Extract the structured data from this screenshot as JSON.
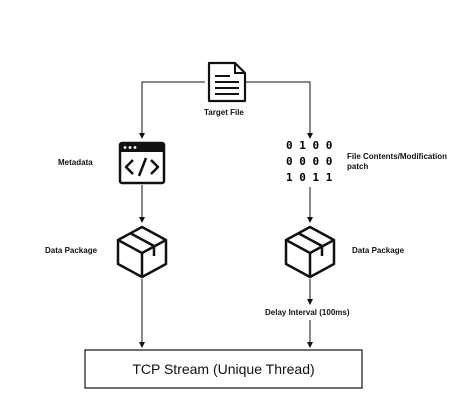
{
  "nodes": {
    "target_file": "Target File",
    "metadata": "Metadata",
    "file_contents": "File Contents/Modification patch",
    "data_package_left": "Data Package",
    "data_package_right": "Data Package",
    "delay_interval": "Delay Interval (100ms)",
    "tcp_stream": "TCP Stream (Unique Thread)"
  },
  "binary_rows": [
    "0 1 0 0",
    "0 0 0 0",
    "1 0 1 1"
  ],
  "icons": {
    "target_file": "document-icon",
    "metadata": "code-window-icon",
    "file_contents": "binary-data-icon",
    "package": "package-box-icon"
  }
}
